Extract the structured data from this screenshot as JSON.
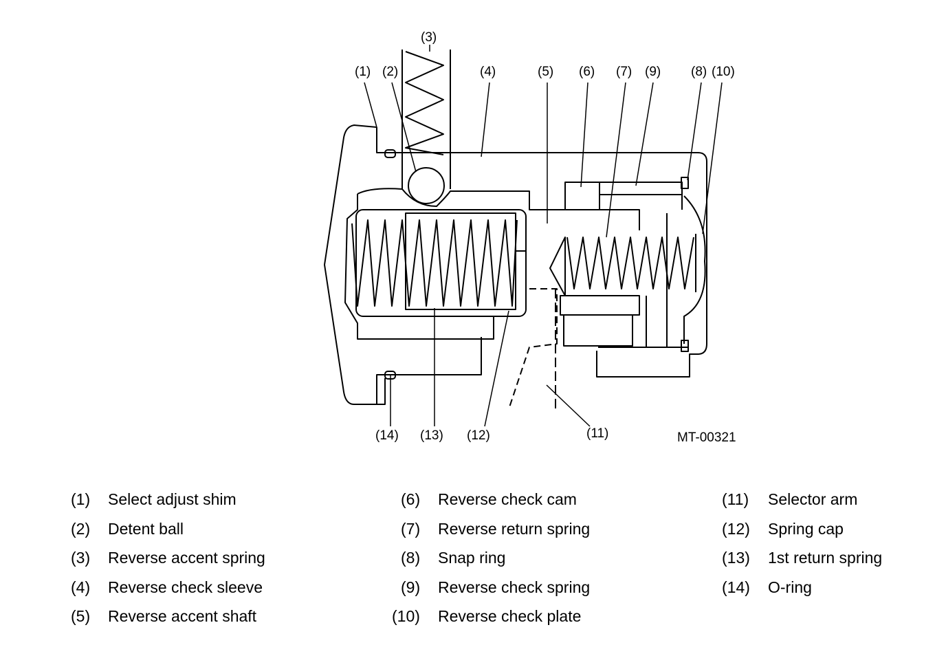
{
  "figure_id": "MT-00321",
  "callouts": [
    "(1)",
    "(2)",
    "(3)",
    "(4)",
    "(5)",
    "(6)",
    "(7)",
    "(9)",
    "(8)",
    "(10)",
    "(14)",
    "(13)",
    "(12)",
    "(11)"
  ],
  "legend": {
    "columns": [
      [
        {
          "num": "(1)",
          "text": "Select adjust shim"
        },
        {
          "num": "(2)",
          "text": "Detent ball"
        },
        {
          "num": "(3)",
          "text": "Reverse accent spring"
        },
        {
          "num": "(4)",
          "text": "Reverse check sleeve"
        },
        {
          "num": "(5)",
          "text": "Reverse accent shaft"
        }
      ],
      [
        {
          "num": "(6)",
          "text": "Reverse check cam"
        },
        {
          "num": "(7)",
          "text": "Reverse return spring"
        },
        {
          "num": "(8)",
          "text": "Snap ring"
        },
        {
          "num": "(9)",
          "text": "Reverse check spring"
        },
        {
          "num": "(10)",
          "text": "Reverse check plate"
        }
      ],
      [
        {
          "num": "(11)",
          "text": "Selector arm"
        },
        {
          "num": "(12)",
          "text": "Spring cap"
        },
        {
          "num": "(13)",
          "text": "1st return spring"
        },
        {
          "num": "(14)",
          "text": "O-ring"
        }
      ]
    ]
  }
}
